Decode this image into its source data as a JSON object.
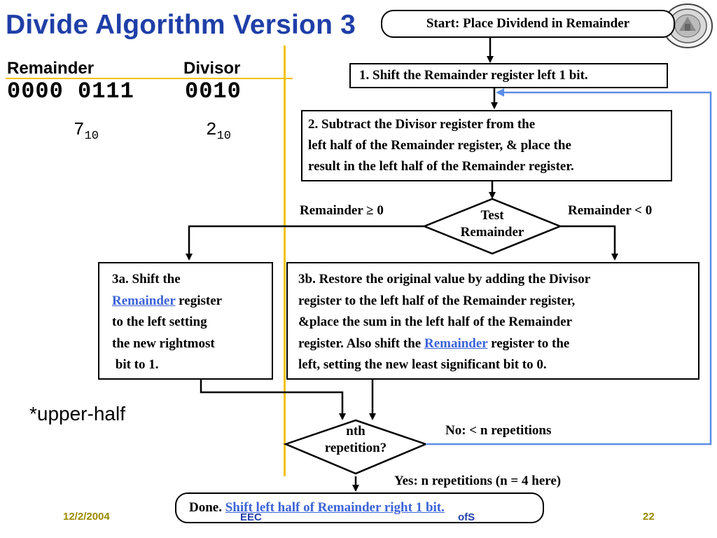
{
  "title": "Divide Algorithm Version 3",
  "registers": {
    "remainder_label": "Remainder",
    "divisor_label": "Divisor",
    "remainder_value": "0000 0111",
    "divisor_value": "0010",
    "remainder_decimal": "7",
    "divisor_decimal": "2",
    "base": "10"
  },
  "note": "*upper-half",
  "flow": {
    "start": "Start: Place Dividend in Remainder",
    "step1": "1. Shift the Remainder register left 1 bit.",
    "step2_line1": "2. Subtract the Divisor register from the",
    "step2_line2": "left half of the Remainder register, & place the",
    "step2_line3": "result in the left half of the Remainder register.",
    "test_line1": "Test",
    "test_line2": "Remainder",
    "branch_ge": "Remainder ≥ 0",
    "branch_lt": "Remainder < 0",
    "step3a_line1": "3a. Shift the",
    "step3a_link": "Remainder",
    "step3a_line2_rest": " register",
    "step3a_line3": "to the left setting",
    "step3a_line4": "the new rightmost",
    "step3a_line5": " bit to 1.",
    "step3b_line1": "3b. Restore the original value by adding the Divisor",
    "step3b_line2": "register to the left half of the Remainder register,",
    "step3b_line3": "&place the sum in the left half of the Remainder",
    "step3b_line4_pre": "register. Also shift the ",
    "step3b_link": "Remainder",
    "step3b_line4_post": " register to the",
    "step3b_line5": "left, setting the new least significant bit to 0.",
    "rep_line1": "nth",
    "rep_line2": "repetition?",
    "no_label": "No: < n repetitions",
    "yes_label": "Yes: n repetitions (n = 4 here)",
    "done_bold": "Done.",
    "done_link": "Shift left half of Remainder right 1 bit."
  },
  "footer": {
    "date": "12/2/2004",
    "left_mid": "EEC",
    "center": "ofS",
    "page": "22"
  },
  "colors": {
    "title": "#1f3fa8",
    "accent_line": "#f2c200",
    "loop_line": "#5b8ee6",
    "link": "#3b63d8"
  },
  "icons": [
    "university-seal-logo"
  ]
}
